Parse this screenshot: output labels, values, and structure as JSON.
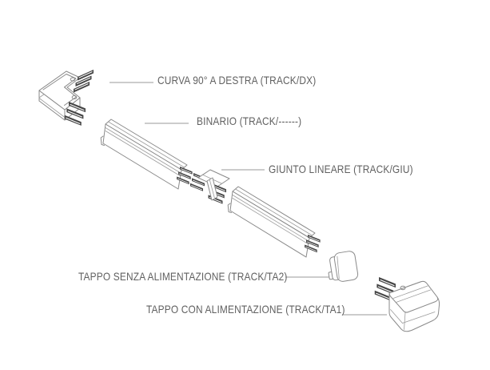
{
  "diagram": {
    "type": "exploded-parts-diagram",
    "components": [
      {
        "id": "curva-90-destra",
        "label": "CURVA 90° A DESTRA (TRACK/DX)"
      },
      {
        "id": "binario",
        "label": "BINARIO (TRACK/------)"
      },
      {
        "id": "giunto-lineare",
        "label": "GIUNTO LINEARE (TRACK/GIU)"
      },
      {
        "id": "tappo-senza-alimentazione",
        "label": "TAPPO SENZA ALIMENTAZIONE (TRACK/TA2)"
      },
      {
        "id": "tappo-con-alimentazione",
        "label": "TAPPO CON ALIMENTAZIONE (TRACK/TA1)"
      }
    ],
    "colors": {
      "line": "#8a8a8a",
      "dark_connector": "#454545",
      "label_text": "#606060",
      "background": "#ffffff"
    }
  }
}
